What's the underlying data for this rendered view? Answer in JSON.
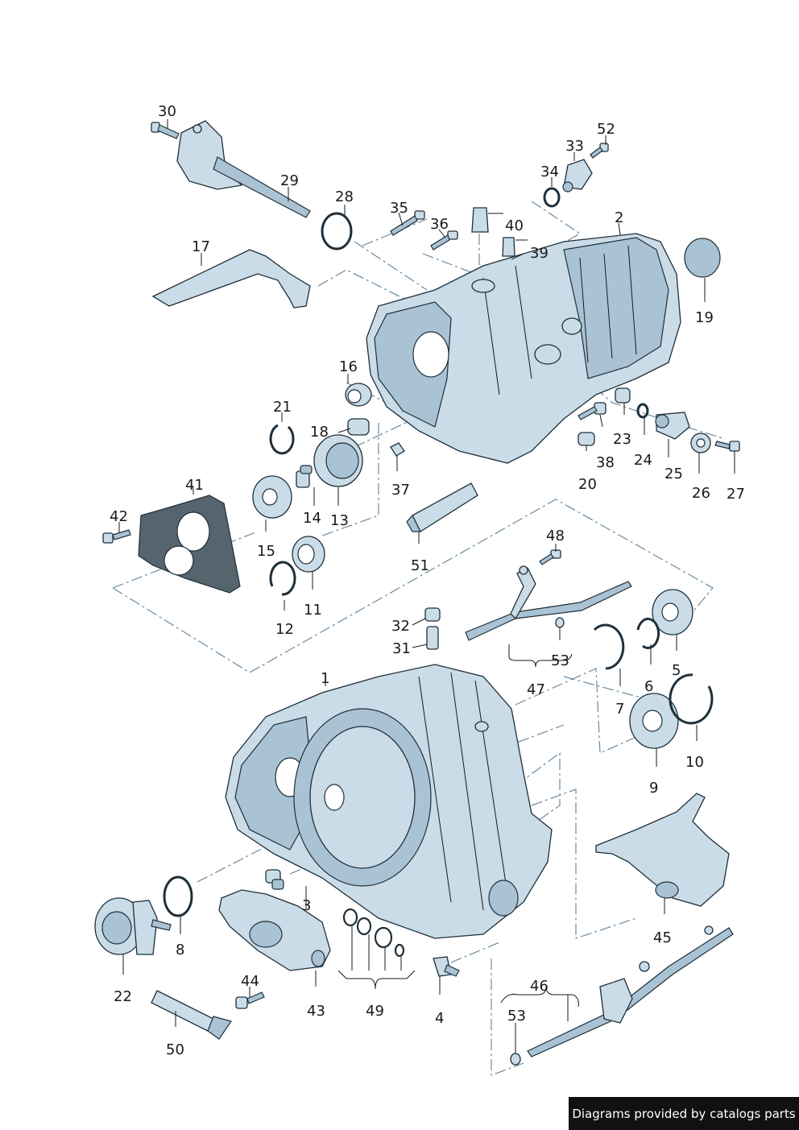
{
  "footer": {
    "credit": "Diagrams provided by catalogs parts"
  },
  "callouts": {
    "n1": "1",
    "n2": "2",
    "n3": "3",
    "n4": "4",
    "n5": "5",
    "n6": "6",
    "n7": "7",
    "n8": "8",
    "n9": "9",
    "n10": "10",
    "n11": "11",
    "n12": "12",
    "n13": "13",
    "n14": "14",
    "n15": "15",
    "n16": "16",
    "n17": "17",
    "n18": "18",
    "n19": "19",
    "n20": "20",
    "n21": "21",
    "n22": "22",
    "n23": "23",
    "n24": "24",
    "n25": "25",
    "n26": "26",
    "n27": "27",
    "n28": "28",
    "n29": "29",
    "n30": "30",
    "n31": "31",
    "n32": "32",
    "n33": "33",
    "n34": "34",
    "n35": "35",
    "n36": "36",
    "n37": "37",
    "n38": "38",
    "n39": "39",
    "n40": "40",
    "n41": "41",
    "n42": "42",
    "n43": "43",
    "n44": "44",
    "n45": "45",
    "n46": "46",
    "n47": "47",
    "n48": "48",
    "n49": "49",
    "n50": "50",
    "n51": "51",
    "n52": "52",
    "n53a": "53",
    "n53b": "53"
  },
  "colors": {
    "part_fill": "#c9dce8",
    "part_shade": "#a9c3d4",
    "outline": "#1f2f3a",
    "dash": "#6a8aa0"
  }
}
